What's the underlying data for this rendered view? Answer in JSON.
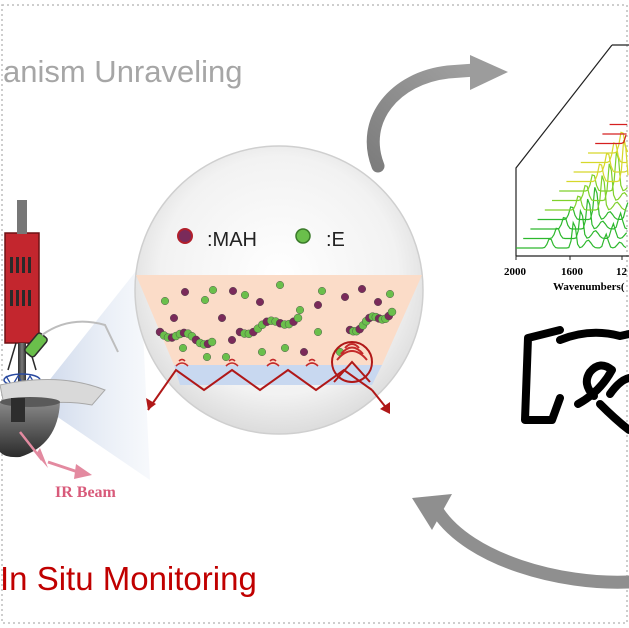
{
  "title_top": "anism Unraveling",
  "title_bottom": "In Situ Monitoring",
  "legend": {
    "mah_label": ":MAH",
    "e_label": ":E",
    "mah_color": "#7a2a5a",
    "e_color": "#6abf4b"
  },
  "ir_beam_label": "IR Beam",
  "spectrum": {
    "x_ticks": [
      "2000",
      "1600",
      "12"
    ],
    "x_label": "Wavenumbers("
  },
  "colors": {
    "title_top": "#a6a6a6",
    "title_bottom": "#c00000",
    "ir_beam": "#d85a7a",
    "arrow": "#b01818",
    "probe": "#c3262e",
    "layer_top": "#fbdcc8",
    "layer_bottom": "#c8d8f0",
    "spectra": [
      "#2db82d",
      "#7fd12a",
      "#d6d82a",
      "#d52020"
    ]
  }
}
